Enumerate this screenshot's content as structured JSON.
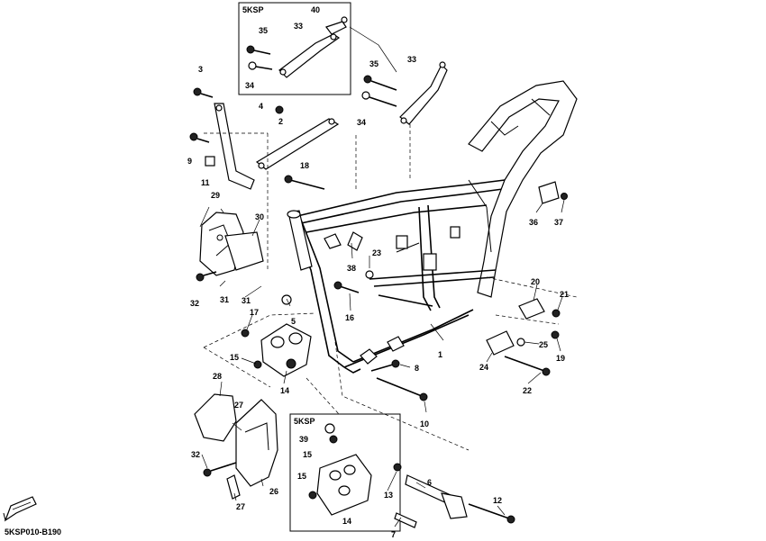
{
  "diagram": {
    "drawing_code": "5KSP010-B190",
    "insets": [
      {
        "id": "inset-top",
        "tag": "5KSP"
      },
      {
        "id": "inset-bottom",
        "tag": "5KSP"
      }
    ],
    "callouts": [
      {
        "id": "c40",
        "label": "40"
      },
      {
        "id": "c35a",
        "label": "35"
      },
      {
        "id": "c33a",
        "label": "33"
      },
      {
        "id": "c34a",
        "label": "34"
      },
      {
        "id": "c35b",
        "label": "35"
      },
      {
        "id": "c33b",
        "label": "33"
      },
      {
        "id": "c34b",
        "label": "34"
      },
      {
        "id": "c3",
        "label": "3"
      },
      {
        "id": "c4",
        "label": "4"
      },
      {
        "id": "c2",
        "label": "2"
      },
      {
        "id": "c9",
        "label": "9"
      },
      {
        "id": "c11",
        "label": "11"
      },
      {
        "id": "c18",
        "label": "18"
      },
      {
        "id": "c29",
        "label": "29"
      },
      {
        "id": "c30",
        "label": "30"
      },
      {
        "id": "c32a",
        "label": "32"
      },
      {
        "id": "c31a",
        "label": "31"
      },
      {
        "id": "c31b",
        "label": "31"
      },
      {
        "id": "c23",
        "label": "23"
      },
      {
        "id": "c38",
        "label": "38"
      },
      {
        "id": "c16",
        "label": "16"
      },
      {
        "id": "c5",
        "label": "5"
      },
      {
        "id": "c17",
        "label": "17"
      },
      {
        "id": "c15a",
        "label": "15"
      },
      {
        "id": "c14a",
        "label": "14"
      },
      {
        "id": "c1",
        "label": "1"
      },
      {
        "id": "c8",
        "label": "8"
      },
      {
        "id": "c10",
        "label": "10"
      },
      {
        "id": "c36",
        "label": "36"
      },
      {
        "id": "c37",
        "label": "37"
      },
      {
        "id": "c20",
        "label": "20"
      },
      {
        "id": "c21",
        "label": "21"
      },
      {
        "id": "c25",
        "label": "25"
      },
      {
        "id": "c19",
        "label": "19"
      },
      {
        "id": "c24",
        "label": "24"
      },
      {
        "id": "c22",
        "label": "22"
      },
      {
        "id": "c28",
        "label": "28"
      },
      {
        "id": "c27a",
        "label": "27"
      },
      {
        "id": "c32b",
        "label": "32"
      },
      {
        "id": "c26",
        "label": "26"
      },
      {
        "id": "c27b",
        "label": "27"
      },
      {
        "id": "c39",
        "label": "39"
      },
      {
        "id": "c15b",
        "label": "15"
      },
      {
        "id": "c15c",
        "label": "15"
      },
      {
        "id": "c14b",
        "label": "14"
      },
      {
        "id": "c13",
        "label": "13"
      },
      {
        "id": "c6",
        "label": "6"
      },
      {
        "id": "c7",
        "label": "7"
      },
      {
        "id": "c12",
        "label": "12"
      }
    ]
  }
}
